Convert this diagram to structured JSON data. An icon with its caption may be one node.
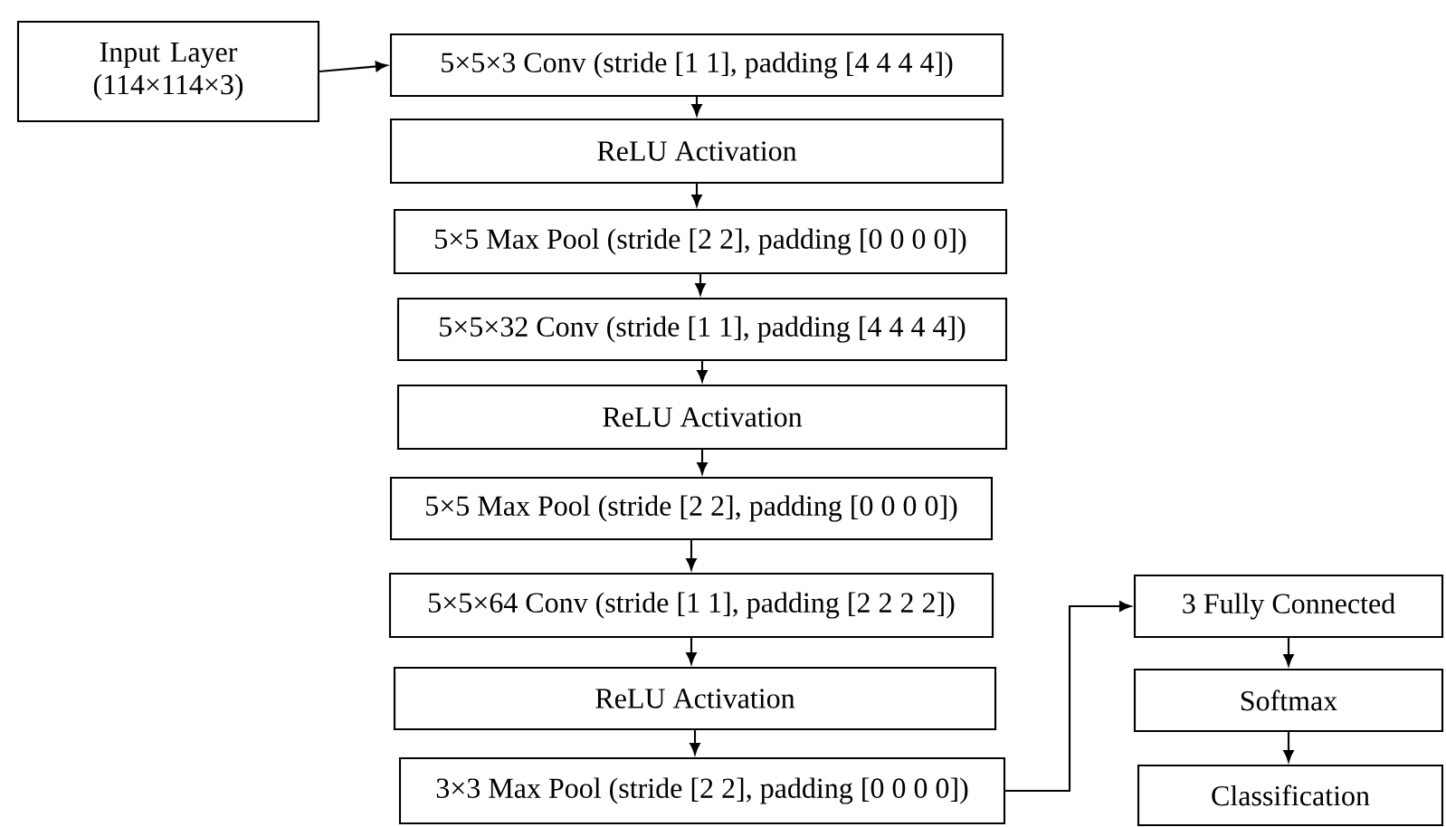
{
  "diagram": {
    "nodes": [
      {
        "text": [
          "Input Layer (114×114×3)"
        ]
      },
      {
        "text": [
          "5×5×3 Conv (stride [1 1], padding [4 4 4 4])"
        ]
      },
      {
        "text": [
          "ReLU Activation"
        ]
      },
      {
        "text": [
          "5×5 Max Pool (stride [2 2], padding [0 0 0 0])"
        ]
      },
      {
        "text": [
          "5×5×32 Conv (stride [1 1], padding [4 4 4 4])"
        ]
      },
      {
        "text": [
          "ReLU Activation"
        ]
      },
      {
        "text": [
          "5×5 Max Pool (stride [2 2], padding [0 0 0 0])"
        ]
      },
      {
        "text": [
          "5×5×64 Conv (stride [1 1], padding [2 2 2 2])"
        ]
      },
      {
        "text": [
          "ReLU Activation"
        ]
      },
      {
        "text": [
          "3×3 Max Pool (stride [2 2], padding [0 0 0 0])"
        ]
      },
      {
        "text": [
          "3 Fully Connected"
        ]
      },
      {
        "text": [
          "Softmax"
        ]
      },
      {
        "text": [
          "Classification"
        ]
      }
    ],
    "edges": [
      {
        "from": 0,
        "to": 1,
        "arrow": "to"
      },
      {
        "from": 1,
        "to": 2,
        "arrow": "to"
      },
      {
        "from": 2,
        "to": 3,
        "arrow": "to"
      },
      {
        "from": 3,
        "to": 4,
        "arrow": "to"
      },
      {
        "from": 4,
        "to": 5,
        "arrow": "to"
      },
      {
        "from": 5,
        "to": 6,
        "arrow": "to"
      },
      {
        "from": 6,
        "to": 7,
        "arrow": "to"
      },
      {
        "from": 7,
        "to": 8,
        "arrow": "to"
      },
      {
        "from": 8,
        "to": 9,
        "arrow": "to"
      },
      {
        "from": 9,
        "to": 10,
        "arrow": "to"
      },
      {
        "from": 10,
        "to": 11,
        "arrow": "to"
      },
      {
        "from": 11,
        "to": 12,
        "arrow": "to"
      }
    ]
  }
}
